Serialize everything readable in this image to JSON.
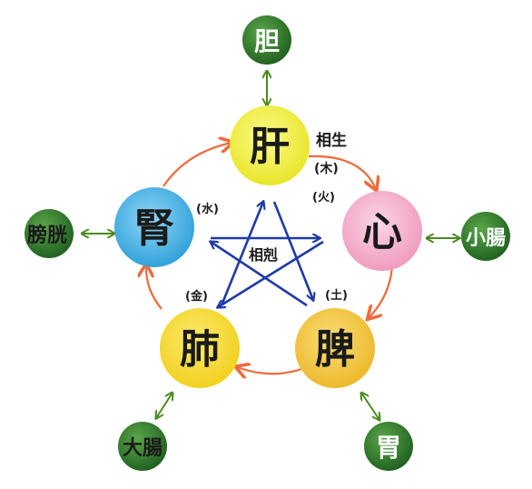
{
  "title": "",
  "center_label": "相剋",
  "generating_label": "相生",
  "organs": {
    "liver": {
      "label": "肝",
      "element": "(木)",
      "color": "#f1f13a"
    },
    "heart": {
      "label": "心",
      "element": "(火)",
      "color": "#f5a9c8"
    },
    "spleen": {
      "label": "脾",
      "element": "(土)",
      "color": "#f2c436"
    },
    "lung": {
      "label": "肺",
      "element": "(金)",
      "color": "#f7dd2e"
    },
    "kidney": {
      "label": "腎",
      "element": "(水)",
      "color": "#49b3e8"
    }
  },
  "paired": {
    "gallbladder": {
      "label": "胆"
    },
    "small_intestine": {
      "label": "小腸"
    },
    "stomach": {
      "label": "胃"
    },
    "large_intestine": {
      "label": "大腸"
    },
    "bladder": {
      "label": "膀胱"
    }
  },
  "colors": {
    "generating_arrow": "#ef6a3a",
    "controlling_arrow": "#1f3aa8",
    "pair_arrow": "#4a8a20",
    "paired_circle": "#2f7a2a"
  }
}
